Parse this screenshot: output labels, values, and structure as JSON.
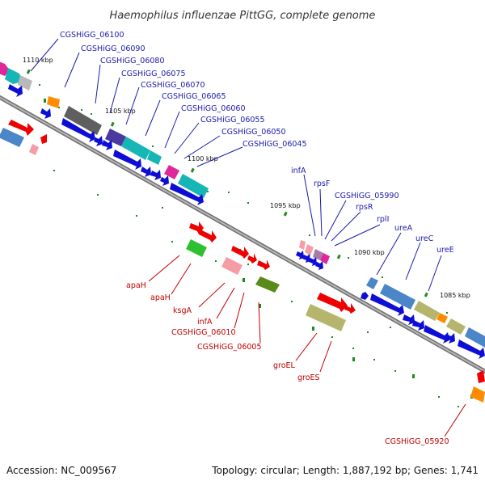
{
  "title": "Haemophilus influenzae PittGG, complete genome",
  "footer": {
    "accession": "Accession: NC_009567",
    "summary": "Topology: circular; Length: 1,887,192 bp; Genes: 1,741"
  },
  "ticks": [
    "1110 kbp",
    "1105 kbp",
    "1100 kbp",
    "1095 kbp",
    "1090 kbp",
    "1085 kbp"
  ],
  "top_labels": [
    "CGSHiGG_06100",
    "CGSHiGG_06090",
    "CGSHiGG_06080",
    "CGSHiGG_06075",
    "CGSHiGG_06070",
    "CGSHiGG_06065",
    "CGSHiGG_06060",
    "CGSHiGG_06055",
    "CGSHiGG_06050",
    "CGSHiGG_06045",
    "infA",
    "rpsF",
    "CGSHiGG_05990",
    "rpsR",
    "rplI",
    "ureA",
    "ureC",
    "ureE"
  ],
  "bottom_labels": [
    "apaH",
    "apaH",
    "ksgA",
    "infA",
    "CGSHiGG_06010",
    "CGSHiGG_06005",
    "groEL",
    "groES",
    "CGSHiGG_05920"
  ],
  "colors": {
    "forward_label": "#1a1aaa",
    "reverse_label": "#c00000",
    "backbone": "#888888",
    "tick": "#1c8a1c"
  }
}
